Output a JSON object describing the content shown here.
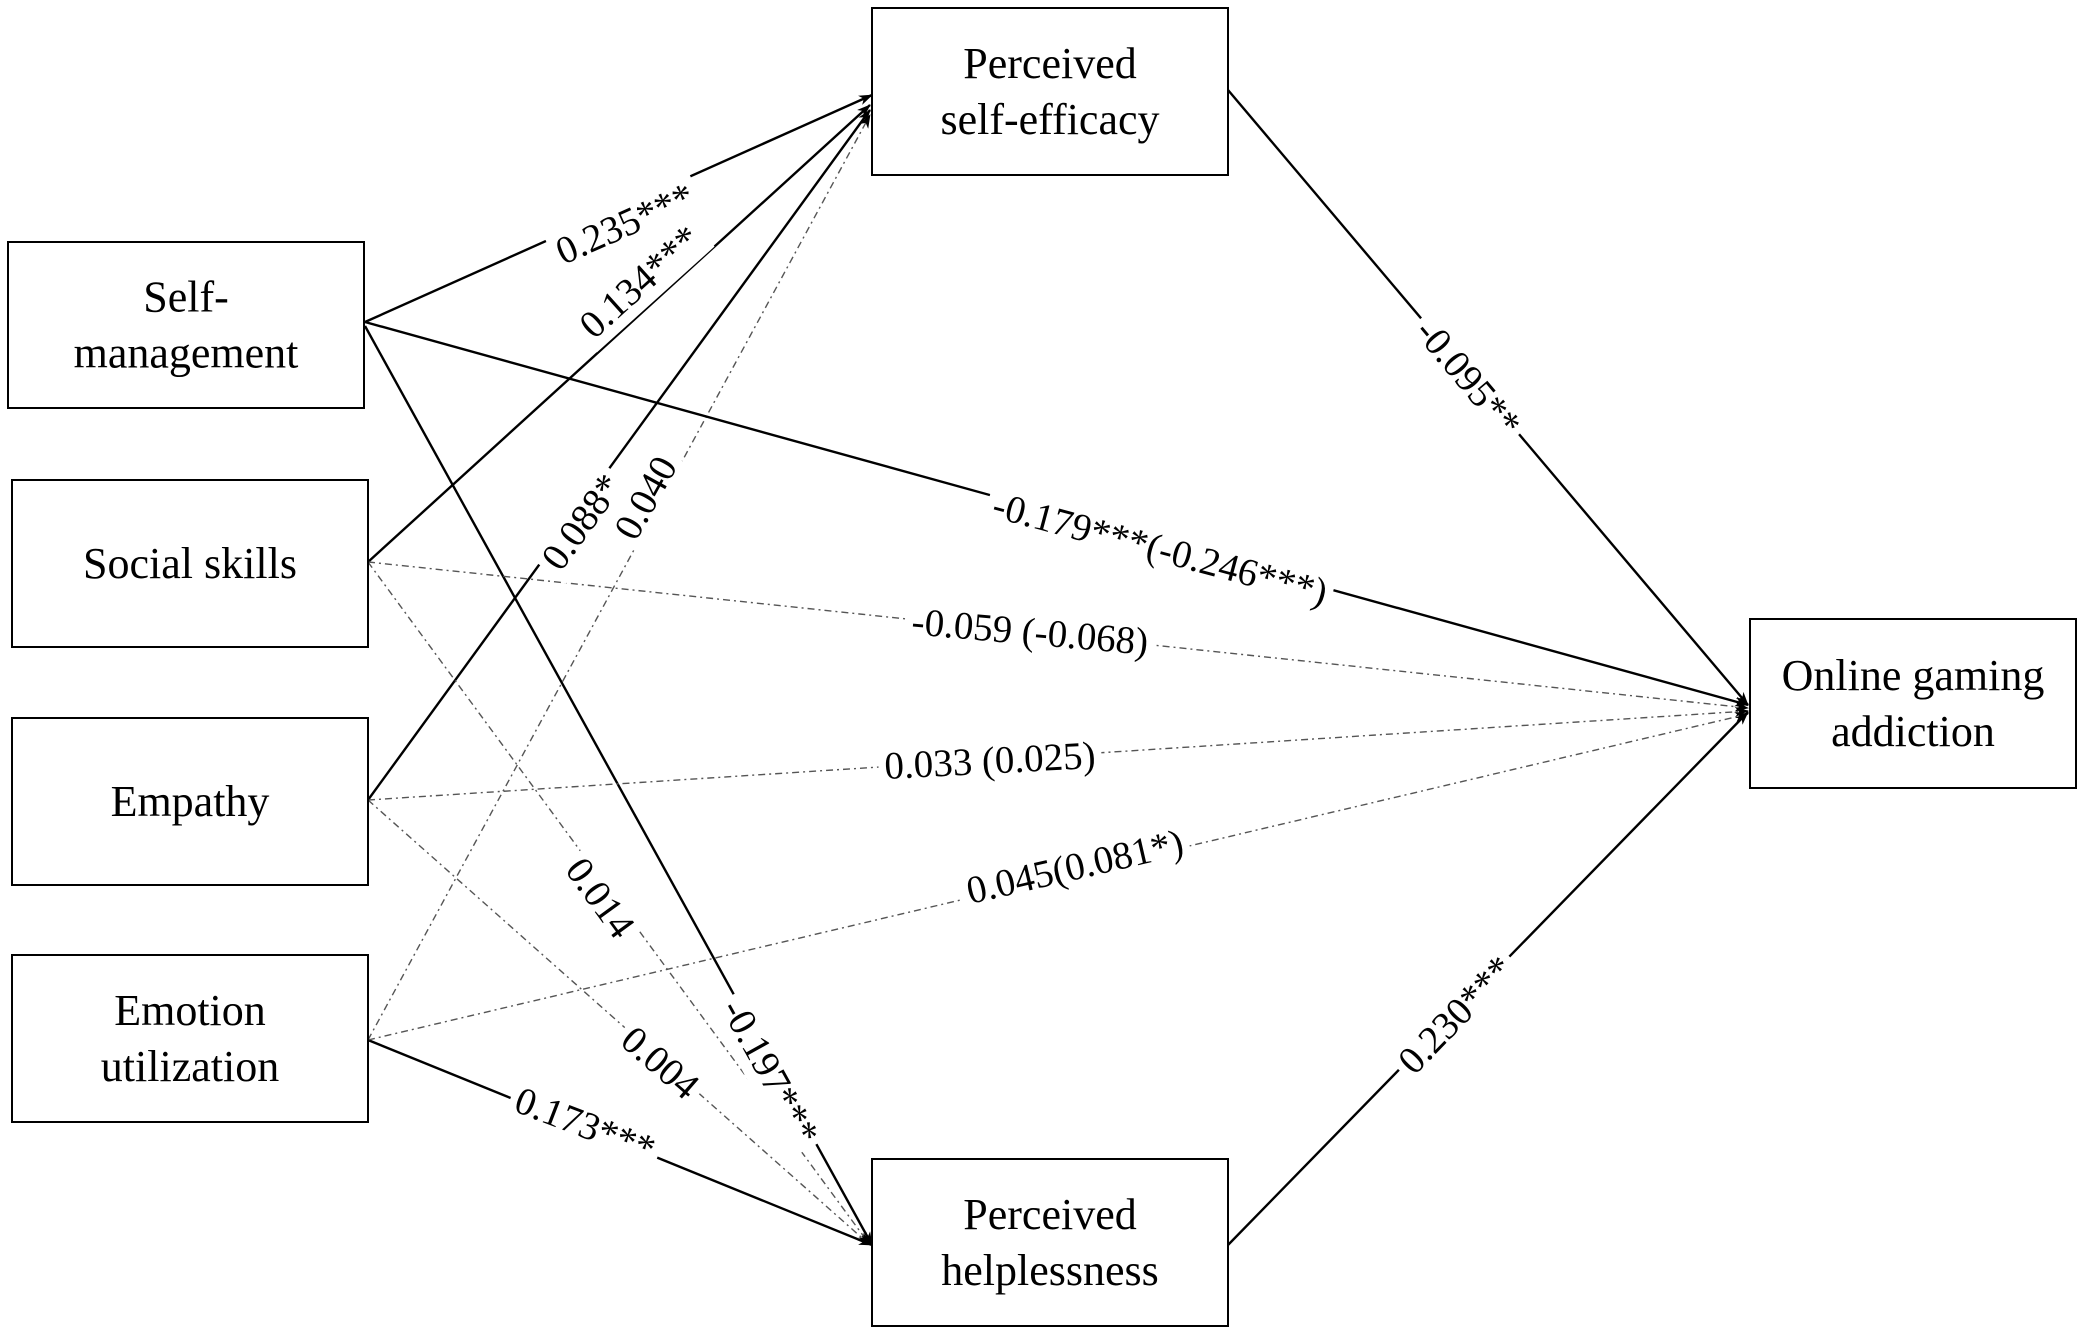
{
  "nodes": {
    "self_management": {
      "lines": [
        "Self-",
        "management"
      ]
    },
    "social_skills": {
      "lines": [
        "Social skills"
      ]
    },
    "empathy": {
      "lines": [
        "Empathy"
      ]
    },
    "emotion_utilization": {
      "lines": [
        "Emotion",
        "utilization"
      ]
    },
    "perceived_self_efficacy": {
      "lines": [
        "Perceived",
        "self-efficacy"
      ]
    },
    "perceived_helplessness": {
      "lines": [
        "Perceived",
        "helplessness"
      ]
    },
    "online_gaming_addiction": {
      "lines": [
        "Online gaming",
        "addiction"
      ]
    }
  },
  "paths": [
    {
      "from": "self_management",
      "to": "perceived_self_efficacy",
      "label": "0.235***",
      "significant": true
    },
    {
      "from": "social_skills",
      "to": "perceived_self_efficacy",
      "label": "0.134***",
      "significant": true
    },
    {
      "from": "empathy",
      "to": "perceived_self_efficacy",
      "label": "0.088*",
      "significant": true
    },
    {
      "from": "emotion_utilization",
      "to": "perceived_self_efficacy",
      "label": "0.040",
      "significant": false
    },
    {
      "from": "self_management",
      "to": "perceived_helplessness",
      "label": "-0.197***",
      "significant": true
    },
    {
      "from": "social_skills",
      "to": "perceived_helplessness",
      "label": "0.014",
      "significant": false
    },
    {
      "from": "empathy",
      "to": "perceived_helplessness",
      "label": "0.004",
      "significant": false
    },
    {
      "from": "emotion_utilization",
      "to": "perceived_helplessness",
      "label": "0.173***",
      "significant": true
    },
    {
      "from": "self_management",
      "to": "online_gaming_addiction",
      "label": "-0.179***(-0.246***)",
      "significant": true
    },
    {
      "from": "social_skills",
      "to": "online_gaming_addiction",
      "label": "-0.059 (-0.068)",
      "significant": false
    },
    {
      "from": "empathy",
      "to": "online_gaming_addiction",
      "label": "0.033 (0.025)",
      "significant": false
    },
    {
      "from": "emotion_utilization",
      "to": "online_gaming_addiction",
      "label": "0.045(0.081*)",
      "significant": false
    },
    {
      "from": "perceived_self_efficacy",
      "to": "online_gaming_addiction",
      "label": "-0.095**",
      "significant": true
    },
    {
      "from": "perceived_helplessness",
      "to": "online_gaming_addiction",
      "label": "0.230***",
      "significant": true
    }
  ]
}
